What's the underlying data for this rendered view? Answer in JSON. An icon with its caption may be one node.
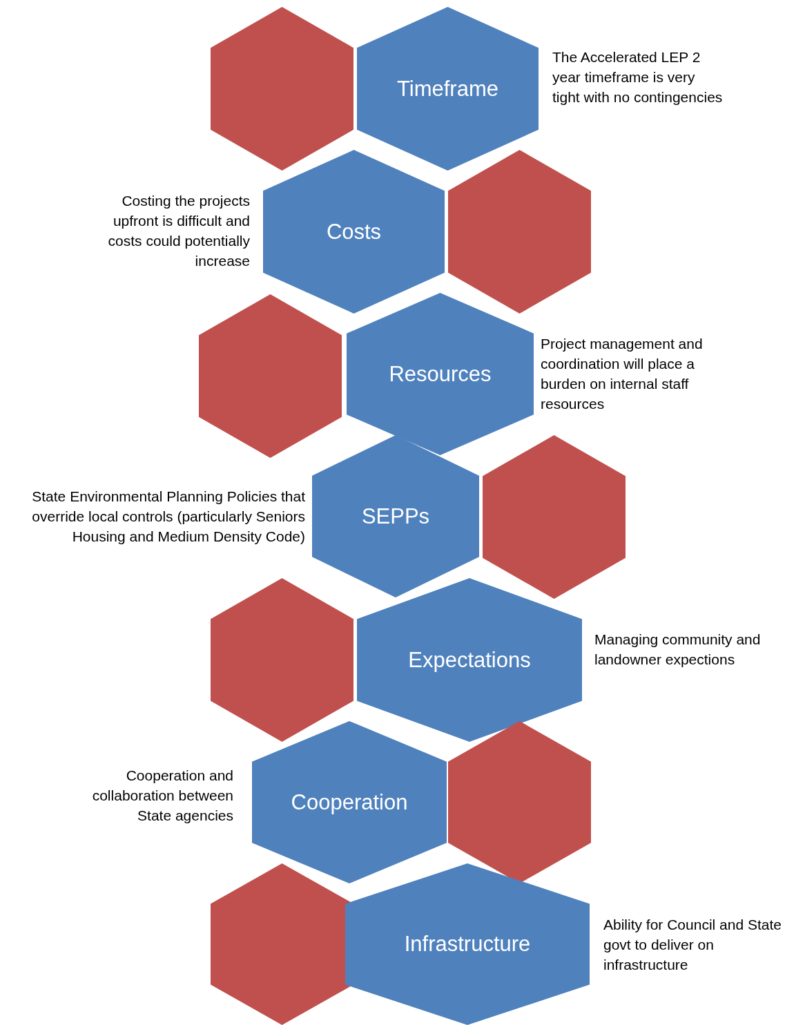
{
  "diagram": {
    "nodes": [
      {
        "text": [],
        "shape": "hexagon"
      },
      {
        "text": [
          "Timeframe"
        ],
        "beside": [
          "The Accelerated LEP 2 year timeframe is very tight with no contingencies"
        ]
      },
      {
        "text": [
          "Costs"
        ],
        "beside": [
          "Costing the projects upfront is difficult and costs could potentially increase"
        ]
      },
      {
        "text": [],
        "shape": "hexagon"
      },
      {
        "text": [],
        "shape": "hexagon"
      },
      {
        "text": [
          "Resources"
        ],
        "beside": [
          "Project management and coordination will place a burden on internal staff resources"
        ]
      },
      {
        "text": [
          "SEPPs"
        ],
        "beside": [
          "State Environmental Planning Policies that override local controls (particularly Seniors Housing and Medium Density Code)"
        ]
      },
      {
        "text": [],
        "shape": "hexagon"
      },
      {
        "text": [],
        "shape": "hexagon"
      },
      {
        "text": [
          "Expectations"
        ],
        "beside": [
          "Managing community and landowner expections"
        ]
      },
      {
        "text": [
          "Cooperation"
        ],
        "beside": [
          "Cooperation and collaboration between State agencies"
        ]
      },
      {
        "text": [],
        "shape": "hexagon"
      },
      {
        "text": [],
        "shape": "hexagon"
      },
      {
        "text": [
          "Infrastructure"
        ],
        "beside": [
          "Ability for Council and State govt to deliver on infrastructure"
        ]
      }
    ],
    "edges": []
  }
}
